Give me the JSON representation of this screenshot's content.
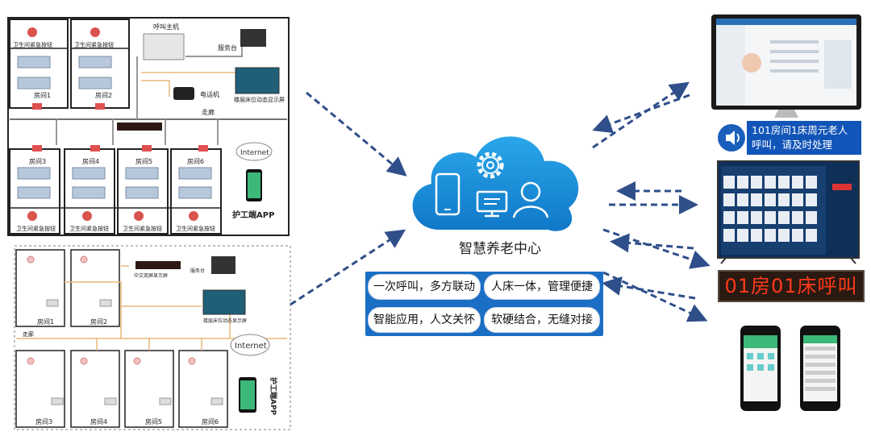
{
  "top_plan": {
    "room_labels": [
      "房间1",
      "房间2",
      "房间3",
      "房间4",
      "房间5",
      "房间6"
    ],
    "button_label": "卫生间紧急按钮",
    "host_label": "呼叫主机",
    "service_label": "服务台",
    "phone_label": "电话机",
    "screen_label": "楼层床位动态显示屏",
    "corridor_label": "走廊",
    "internet_label": "Internet",
    "app_label": "护工端APP"
  },
  "bottom_plan": {
    "room_labels": [
      "房间1",
      "房间2",
      "房间3",
      "房间4",
      "房间5",
      "房间6"
    ],
    "display_label": "中文双屏显示屏",
    "service_label": "服务台",
    "screen_label": "楼层床位动态显示屏",
    "corridor_label": "走廊",
    "internet_label": "Internet",
    "app_label": "护工端APP"
  },
  "center": {
    "title": "智慧养老中心",
    "features": [
      "一次呼叫，多方联动",
      "人床一体，管理便捷",
      "智能应用，人文关怀",
      "软硬结合，无缝对接"
    ]
  },
  "right": {
    "alert_text": "101房间1床周元老人呼叫，请及时处理",
    "led_text": "01房01床呼叫"
  },
  "colors": {
    "cloud": "#1a8fdc",
    "arrow": "#2f4f8a",
    "pill_panel": "#1a6fc4",
    "led_text": "#ff3a1a"
  }
}
